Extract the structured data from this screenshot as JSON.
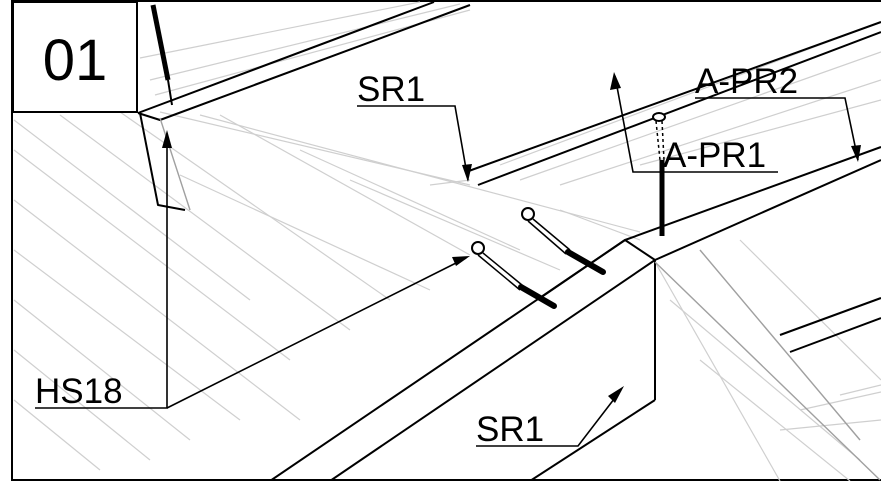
{
  "drawing": {
    "step_number": "01",
    "labels": {
      "sr1_top": "SR1",
      "a_pr2": "A-PR2",
      "a_pr1": "A-PR1",
      "hs18": "HS18",
      "sr1_bottom": "SR1"
    }
  }
}
